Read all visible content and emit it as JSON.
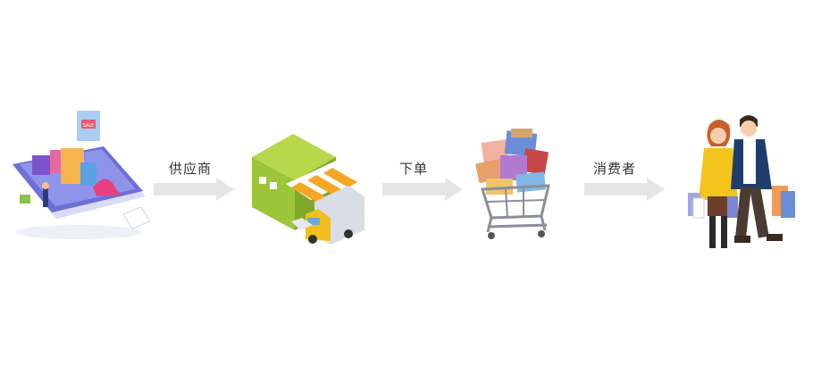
{
  "flow": {
    "steps": [
      {
        "name": "mobile-shop",
        "icon": "phone-shopping-icon"
      },
      {
        "name": "supplier",
        "icon": "store-truck-icon"
      },
      {
        "name": "cart",
        "icon": "shopping-cart-icon"
      },
      {
        "name": "consumer",
        "icon": "shopping-couple-icon"
      }
    ],
    "arrows": [
      {
        "label": "供应商"
      },
      {
        "label": "下单"
      },
      {
        "label": "消费者"
      }
    ],
    "badge_text": "SALE"
  },
  "colors": {
    "arrow": "#e5e5e5",
    "label": "#333333",
    "store_green": "#9cc53a",
    "awning_orange": "#f5a623",
    "phone_purple": "#6b6fd6"
  }
}
